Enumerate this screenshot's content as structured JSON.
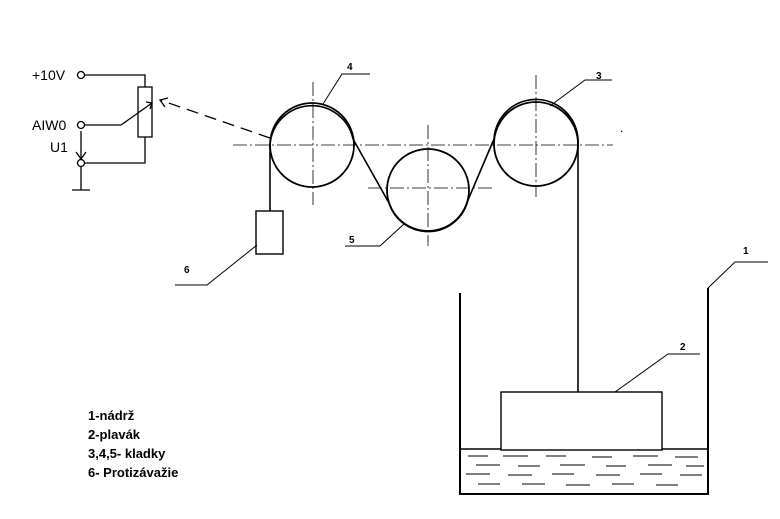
{
  "terminals": {
    "supply": "+10V",
    "analog_input": "AIW0",
    "voltage": "U1"
  },
  "callouts": {
    "c1": "1",
    "c2": "2",
    "c3": "3",
    "c4": "4",
    "c5": "5",
    "c6": "6"
  },
  "legend": [
    "1-nádrž",
    "2-plavák",
    "3,4,5- kladky",
    "6- Protizávažie"
  ]
}
